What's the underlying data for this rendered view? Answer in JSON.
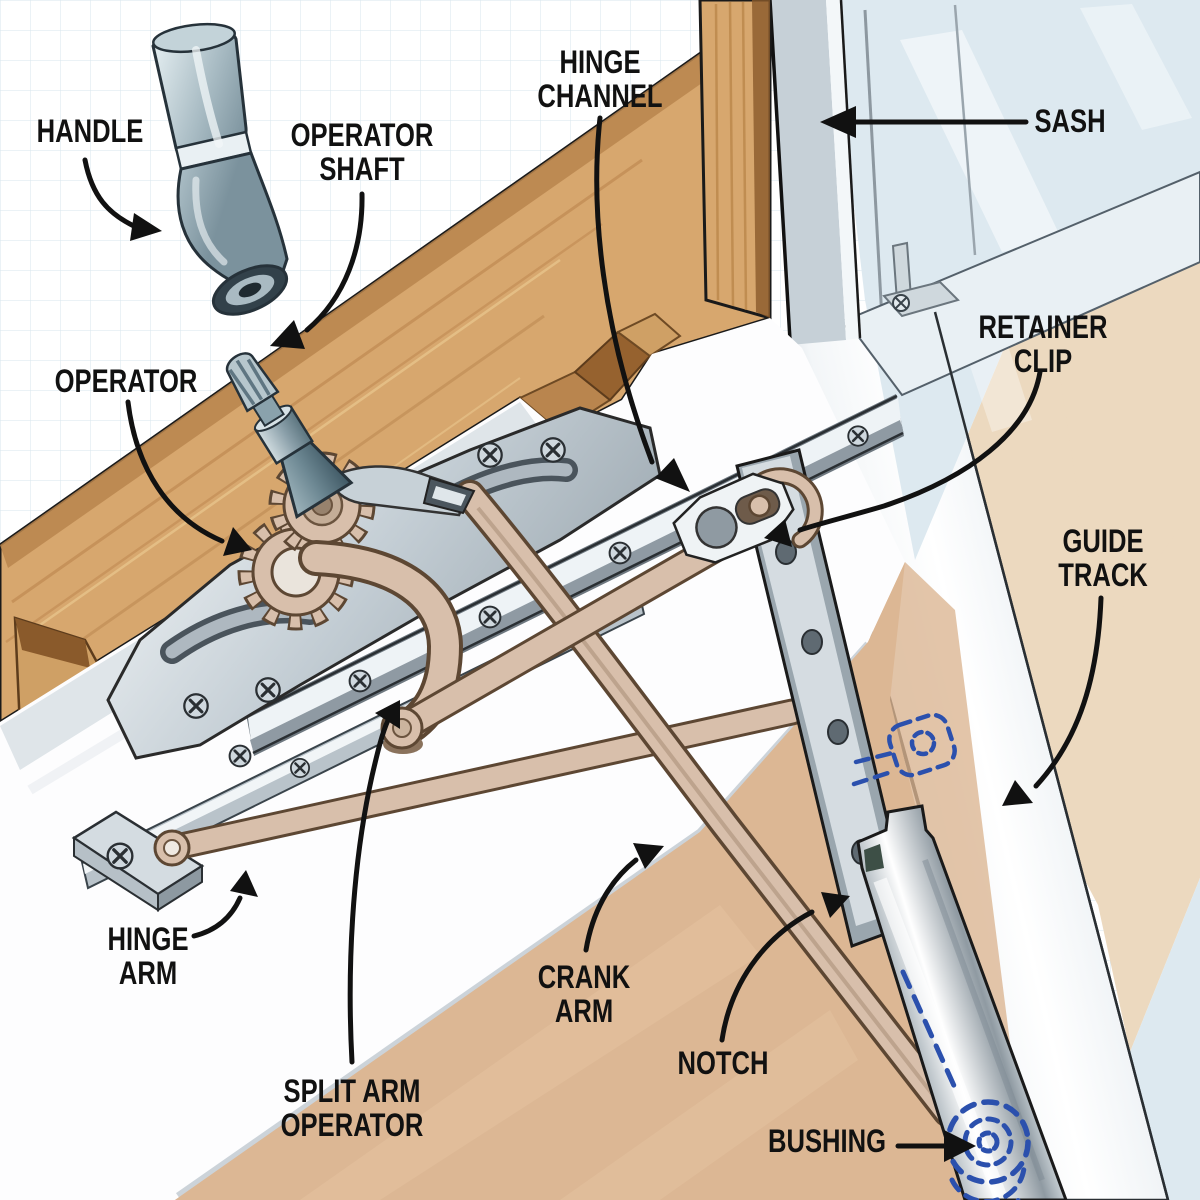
{
  "title": "Casement window operator mechanism diagram",
  "labels": {
    "handle": "HANDLE",
    "operator_shaft": "OPERATOR\nSHAFT",
    "hinge_channel": "HINGE\nCHANNEL",
    "sash": "SASH",
    "operator": "OPERATOR",
    "retainer_clip": "RETAINER\nCLIP",
    "guide_track": "GUIDE\nTRACK",
    "hinge_arm": "HINGE\nARM",
    "split_arm_operator": "SPLIT ARM\nOPERATOR",
    "crank_arm": "CRANK\nARM",
    "notch": "NOTCH",
    "bushing": "BUSHING"
  },
  "colors": {
    "label": "#111111",
    "arrow": "#111111",
    "wood": "#d7a76e",
    "wood_dark": "#b9854e",
    "floor": "#dcb794",
    "glass": "#dde9f0",
    "cream": "#ecd9bf",
    "sill": "#fdfdfe",
    "arm_tan": "#d8bfab",
    "arm_outline": "#5d4733",
    "bushing_blue": "#2b50ad",
    "steel_light": "#eef2f5",
    "steel_mid": "#b6c0c7",
    "grid": "#d7e5ee"
  }
}
